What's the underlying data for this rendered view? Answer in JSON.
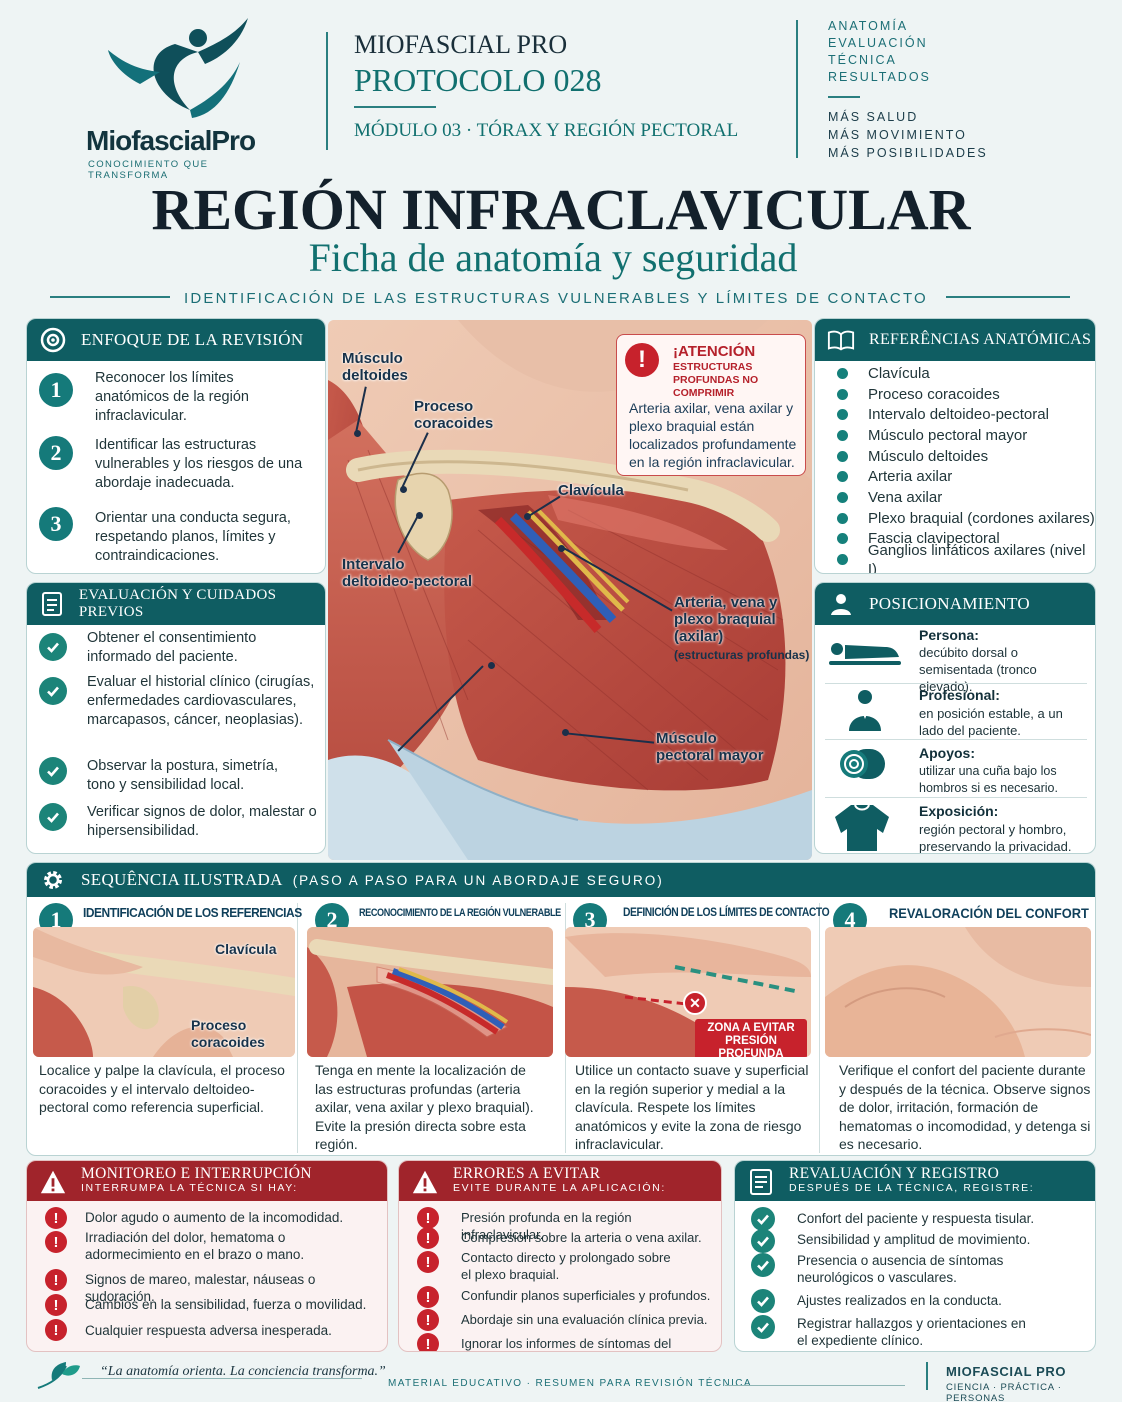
{
  "brand": {
    "name": "MiofascialPro",
    "tagline": "CONOCIMIENTO QUE TRANSFORMA"
  },
  "header": {
    "line1": "MIOFASCIAL PRO",
    "line2": "PROTOCOLO 028",
    "module": "MÓDULO 03  ·  TÓRAX Y REGIÓN PECTORAL",
    "right_top": [
      "ANATOMÍA",
      "EVALUACIÓN",
      "TÉCNICA",
      "RESULTADOS"
    ],
    "right_bottom": [
      "MÁS SALUD",
      "MÁS MOVIMIENTO",
      "MÁS POSIBILIDADES"
    ]
  },
  "title": {
    "main": "REGIÓN INFRACLAVICULAR",
    "sub": "Ficha de anatomía y seguridad",
    "band": "IDENTIFICACIÓN DE LAS ESTRUCTURAS VULNERABLES Y LÍMITES DE CONTACTO"
  },
  "focus": {
    "title": "ENFOQUE DE LA REVISIÓN",
    "items": [
      {
        "n": "1",
        "text": "Reconocer los límites anatómicos de la región infraclavicular."
      },
      {
        "n": "2",
        "text": "Identificar las estructuras vulnerables y los riesgos de una abordaje inadecuada."
      },
      {
        "n": "3",
        "text": "Orientar una conducta segura, respetando planos, límites y contraindicaciones."
      }
    ]
  },
  "eval": {
    "title": "EVALUACIÓN Y CUIDADOS PREVIOS",
    "items": [
      "Obtener el consentimiento informado del paciente.",
      "Evaluar el historial clínico (cirugías, enfermedades cardiovasculares, marcapasos, cáncer, neoplasias).",
      "Observar la postura, simetría, tono y sensibilidad local.",
      "Verificar signos de dolor, malestar o hipersensibilidad."
    ]
  },
  "anatomy_labels": {
    "deltoides": "Músculo deltoides",
    "coracoides": "Proceso coracoides",
    "clavicula": "Clavícula",
    "intervalo": "Intervalo deltoideo-pectoral",
    "arteria": "Arteria, vena y plexo braquial (axilar)",
    "arteria_sub": "(estructuras profundas)",
    "pectoral": "Músculo pectoral mayor"
  },
  "warning": {
    "title": "¡ATENCIÓN",
    "sub": "ESTRUCTURAS PROFUNDAS NO COMPRIMIR",
    "text": "Arteria axilar, vena axilar y plexo braquial están localizados profundamente en la región infraclavicular."
  },
  "refs": {
    "title": "REFERÊNCIAS ANATÓMICAS",
    "items": [
      "Clavícula",
      "Proceso coracoides",
      "Intervalo deltoideo-pectoral",
      "Músculo pectoral mayor",
      "Músculo deltoides",
      "Arteria axilar",
      "Vena axilar",
      "Plexo braquial (cordones axilares)",
      "Fascia clavipectoral",
      "Ganglios linfáticos axilares (nivel I)"
    ]
  },
  "position": {
    "title": "POSICIONAMIENTO",
    "items": [
      {
        "icon": "lying-person-icon",
        "label": "Persona:",
        "text": "decúbito dorsal o semisentada (tronco elevado)."
      },
      {
        "icon": "professional-icon",
        "label": "Profesional:",
        "text": "en posición estable, a un lado del paciente."
      },
      {
        "icon": "towel-roll-icon",
        "label": "Apoyos:",
        "text": "utilizar una cuña bajo los hombros si es necesario."
      },
      {
        "icon": "shirt-icon",
        "label": "Exposición:",
        "text": "región pectoral y hombro, preservando la privacidad."
      }
    ]
  },
  "sequence": {
    "title": "SEQUÊNCIA ILUSTRADA",
    "subtitle": "(PASO A PASO PARA UN ABORDAJE SEGURO)",
    "steps": [
      {
        "n": "1",
        "title": "IDENTIFICACIÓN DE LOS REFERENCIAS",
        "text": "Localice y palpe la clavícula, el proceso coracoides y el intervalo deltoideo-pectoral como referencia superficial.",
        "l1": "Clavícula",
        "l2": "Proceso coracoides"
      },
      {
        "n": "2",
        "title": "RECONOCIMIENTO DE LA REGIÓN VULNERABLE",
        "text": "Tenga en mente la localización de las estructuras profundas (arteria axilar, vena axilar y plexo braquial). Evite la presión directa sobre esta región."
      },
      {
        "n": "3",
        "title": "DEFINICIÓN DE LOS LÍMITES DE CONTACTO",
        "text": "Utilice un contacto suave y superficial en la región superior y medial a la clavícula. Respete los límites anatómicos y evite la zona de riesgo infraclavicular.",
        "badge": "ZONA A EVITAR PRESIÓN PROFUNDA"
      },
      {
        "n": "4",
        "title": "REVALORACIÓN DEL CONFORT",
        "text": "Verifique el confort del paciente durante y después de la técnica. Observe signos de dolor, irritación, formación de hematomas o incomodidad, y detenga si es necesario."
      }
    ]
  },
  "monitor": {
    "title": "MONITOREO E INTERRUPCIÓN",
    "sub": "INTERRUMPA LA TÉCNICA SI HAY:",
    "items": [
      "Dolor agudo o aumento de la incomodidad.",
      "Irradiación del dolor, hematoma o adormecimiento en el brazo o mano.",
      "Signos de mareo, malestar, náuseas o sudoración.",
      "Cambios en la sensibilidad, fuerza o movilidad.",
      "Cualquier respuesta adversa inesperada."
    ]
  },
  "errors": {
    "title": "ERRORES A EVITAR",
    "sub": "EVITE DURANTE LA APLICACIÓN:",
    "items": [
      "Presión profunda en la región infraclavicular.",
      "Compresión sobre la arteria o vena axilar.",
      "Contacto directo y prolongado sobre el plexo braquial.",
      "Confundir planos superficiales y profundos.",
      "Abordaje sin una evaluación clínica previa.",
      "Ignorar los informes de síntomas del paciente."
    ]
  },
  "record": {
    "title": "REVALUACIÓN Y REGISTRO",
    "sub": "DESPUÉS DE LA TÉCNICA, REGISTRE:",
    "items": [
      "Confort del paciente y respuesta tisular.",
      "Sensibilidad y amplitud de movimiento.",
      "Presencia o ausencia de síntomas neurológicos o vasculares.",
      "Ajustes realizados en la conducta.",
      "Registrar hallazgos y orientaciones en el expediente clínico."
    ]
  },
  "footer": {
    "quote": "“La anatomía orienta. La conciencia transforma.”",
    "center": "MATERIAL EDUCATIVO  ·  RESUMEN PARA REVISIÓN TÉCNICA",
    "brand": "MIOFASCIAL PRO",
    "brand_sub": "CIENCIA · PRÁCTICA · PERSONAS"
  },
  "colors": {
    "teal": "#0f5d62",
    "red": "#a0242b",
    "accent": "#157a7a"
  }
}
